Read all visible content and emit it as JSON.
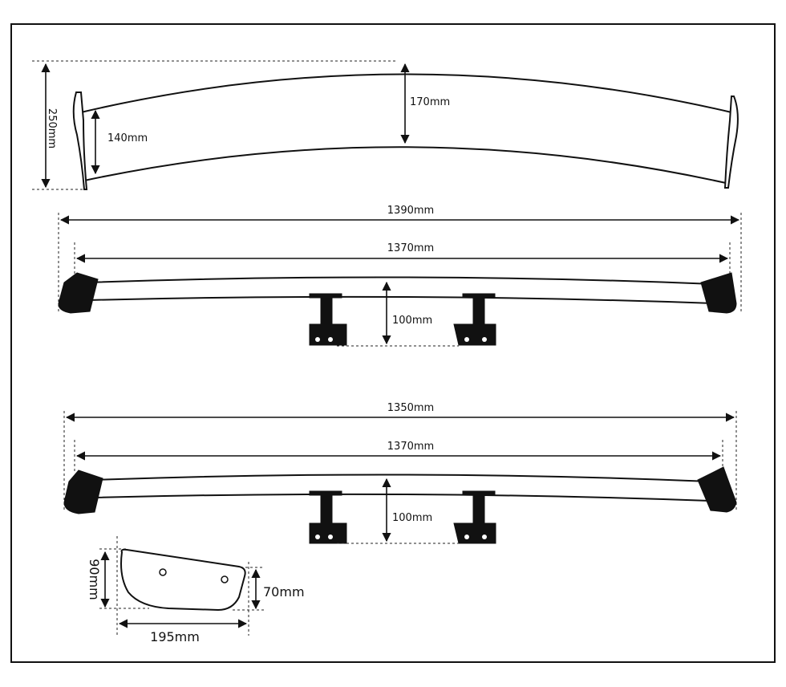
{
  "colors": {
    "line": "#111111",
    "background": "#ffffff"
  },
  "top_view": {
    "total_height": "250mm",
    "end_chord": "140mm",
    "center_chord": "170mm"
  },
  "front_view_1": {
    "outer_width": "1390mm",
    "inner_width": "1370mm",
    "stand_height": "100mm"
  },
  "front_view_2": {
    "outer_width": "1350mm",
    "inner_width": "1370mm",
    "stand_height": "100mm"
  },
  "endplate": {
    "height": "90mm",
    "rear_height": "70mm",
    "length": "195mm"
  }
}
